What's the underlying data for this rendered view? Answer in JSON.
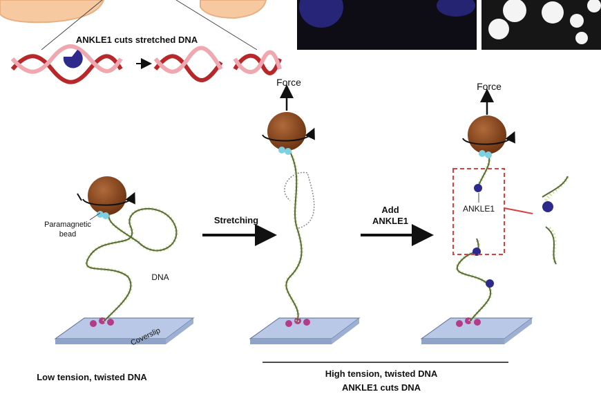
{
  "top": {
    "caption": "ANKLE1 cuts stretched DNA"
  },
  "panel1": {
    "bead_label_line1": "Paramagnetic",
    "bead_label_line2": "bead",
    "dna_label": "DNA",
    "coverslip_label": "Coverslip",
    "caption": "Low tension, twisted DNA"
  },
  "arrows": {
    "stretching": "Stretching",
    "add_line1": "Add",
    "add_line2": "ANKLE1"
  },
  "panel2": {
    "force_label": "Force"
  },
  "panel3": {
    "force_label": "Force",
    "enzyme_label": "ANKLE1"
  },
  "bottom": {
    "caption_line1": "High tension, twisted DNA",
    "caption_line2": "ANKLE1 cuts DNA"
  },
  "colors": {
    "bead": "#8a4a22",
    "enzyme": "#2e2a8c",
    "coverslip": "#b9c8e6",
    "dashed_box": "#d9413f",
    "dna_red": "#b8282a",
    "dna_pink": "#f0a8b0"
  }
}
